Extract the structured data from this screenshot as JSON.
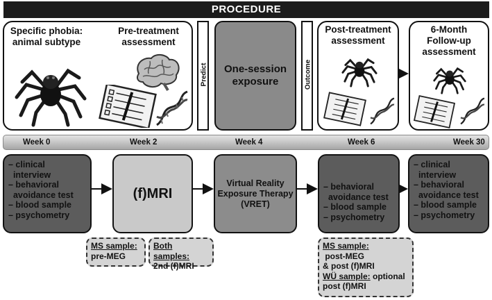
{
  "header": {
    "title": "PROCEDURE"
  },
  "top_row": {
    "pretreatment_box": {
      "title_left_line1": "Specific phobia:",
      "title_left_line2": "animal subtype",
      "title_right_line1": "Pre-treatment",
      "title_right_line2": "assessment"
    },
    "predict_label": "Predict",
    "one_session_line1": "One-session",
    "one_session_line2": "exposure",
    "outcome_label": "Outcome",
    "post_box": {
      "line1": "Post-treatment",
      "line2": "assessment"
    },
    "followup_box": {
      "line1": "6-Month",
      "line2": "Follow-up",
      "line3": "assessment"
    }
  },
  "timeline": {
    "weeks": [
      "Week 0",
      "Week 2",
      "Week 4",
      "Week 6",
      "Week 30"
    ]
  },
  "bottom_row": {
    "baseline_items": [
      "– clinical",
      "  interview",
      "– behavioral",
      "  avoidance test",
      "– blood sample",
      "– psychometry"
    ],
    "mri_label": "(f)MRI",
    "vret_line1": "Virtual Reality",
    "vret_line2": "Exposure Therapy",
    "vret_line3": "(VRET)",
    "post_items": [
      "– behavioral",
      "  avoidance test",
      "– blood sample",
      "– psychometry"
    ],
    "followup_items": [
      "– clinical",
      "  interview",
      "– behavioral",
      "  avoidance test",
      "– blood sample",
      "– psychometry"
    ]
  },
  "notes": {
    "ms_pre_label": "MS sample:",
    "ms_pre_text": "pre-MEG",
    "both_label": "Both samples:",
    "both_text": "2nd (f)MRI",
    "post_ms_label": "MS sample:",
    "post_ms_text1": " post-MEG",
    "post_ms_text2": "& post (f)MRI",
    "post_wu_label": "WÜ sample:",
    "post_wu_text1": " optional",
    "post_wu_text2": "post (f)MRI"
  },
  "icons": [
    "spider-icon",
    "brain-icon",
    "clipboard-icon",
    "dna-icon"
  ]
}
